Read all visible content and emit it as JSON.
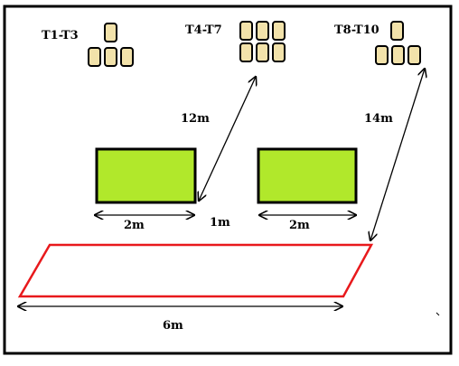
{
  "groups": [
    {
      "label": "T1-T3",
      "shape": "tan-rounded-rect-icons",
      "count": 4
    },
    {
      "label": "T4-T7",
      "shape": "tan-rounded-rect-icons",
      "count": 6
    },
    {
      "label": "T8-T10",
      "shape": "tan-rounded-rect-icons",
      "count": 4
    }
  ],
  "dimensions": {
    "d12": "12m",
    "d14": "14m",
    "d1": "1m",
    "d2a": "2m",
    "d2b": "2m",
    "d6": "6m"
  },
  "colors": {
    "frame": "#000000",
    "green_box": "#b1e82b",
    "red_outline": "#e8191c",
    "icon_fill": "#f2e2aa",
    "icon_stroke": "#000000"
  }
}
